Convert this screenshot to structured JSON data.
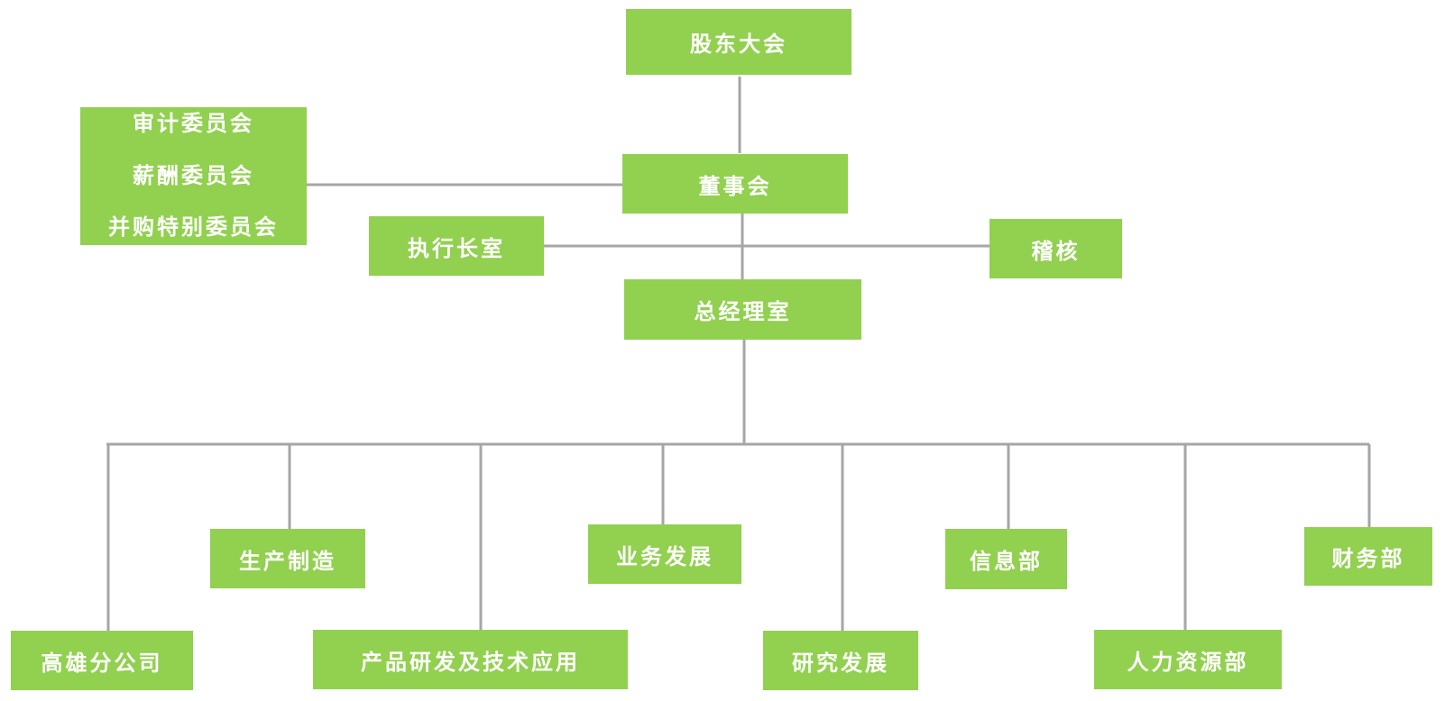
{
  "diagram": {
    "colors": {
      "node_fill": "#92d050",
      "node_text": "#ffffff",
      "connector": "#a6a6a6"
    },
    "nodes": {
      "shareholders": "股东大会",
      "board": "董事会",
      "committees": [
        "审计委员会",
        "薪酬委员会",
        "并购特别委员会"
      ],
      "ceo_office": "执行长室",
      "audit": "稽核",
      "gm_office": "总经理室",
      "departments": [
        "高雄分公司",
        "生产制造",
        "产品研发及技术应用",
        "业务发展",
        "研究发展",
        "信息部",
        "人力资源部",
        "财务部"
      ]
    }
  }
}
